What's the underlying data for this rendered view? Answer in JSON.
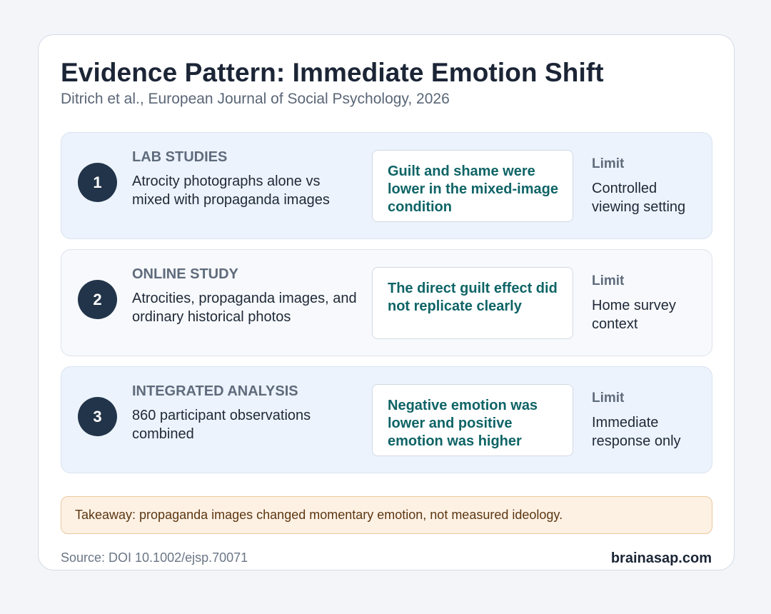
{
  "header": {
    "title": "Evidence Pattern: Immediate Emotion Shift",
    "subtitle": "Ditrich et al., European Journal of Social Psychology, 2026"
  },
  "studies": [
    {
      "number": "1",
      "label": "LAB STUDIES",
      "description": "Atrocity photographs alone vs mixed with propaganda images",
      "finding": "Guilt and shame were lower in the mixed-image condition",
      "limit_label": "Limit",
      "limit": "Controlled viewing setting"
    },
    {
      "number": "2",
      "label": "ONLINE STUDY",
      "description": "Atrocities, propaganda images, and ordinary historical photos",
      "finding": "The direct guilt effect did not replicate clearly",
      "limit_label": "Limit",
      "limit": "Home survey context"
    },
    {
      "number": "3",
      "label": "INTEGRATED ANALYSIS",
      "description": "860 participant observations combined",
      "finding": "Negative emotion was lower and positive emotion was higher",
      "limit_label": "Limit",
      "limit": "Immediate response only"
    }
  ],
  "takeaway": "Takeaway: propaganda images changed momentary emotion, not measured ideology.",
  "footer": {
    "source": "Source: DOI 10.1002/ejsp.70071",
    "brand": "brainasap.com"
  },
  "colors": {
    "page_background": "#f3f5f9",
    "badge": "#223449",
    "finding_text": "#0f6466",
    "row_shade": "#ecf3fc",
    "takeaway_background": "#fdf1e4",
    "takeaway_border": "#e9c99d"
  }
}
